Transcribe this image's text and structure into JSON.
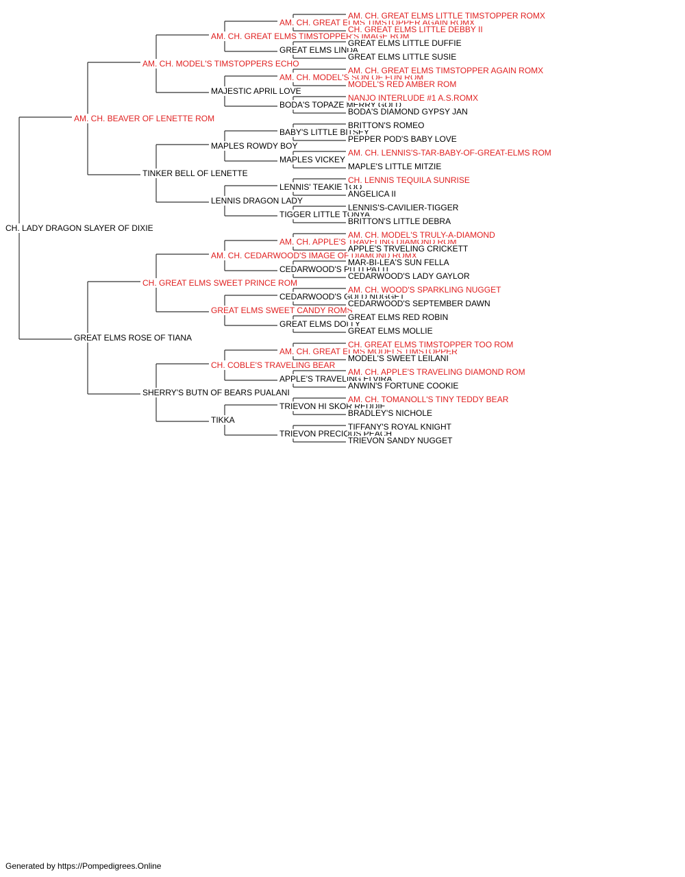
{
  "colors": {
    "champion": "#e02020",
    "normal": "#000000",
    "line": "#333333"
  },
  "pedigree": [
    {
      "text": "CH. LADY DRAGON SLAYER OF DIXIE",
      "champion": false
    },
    {
      "text": "AM. CH. BEAVER OF LENETTE ROM",
      "champion": true
    },
    {
      "text": "GREAT ELMS ROSE OF TIANA",
      "champion": false
    },
    {
      "text": "AM. CH. MODEL'S TIMSTOPPERS ECHO",
      "champion": true
    },
    {
      "text": "TINKER BELL OF LENETTE",
      "champion": false
    },
    {
      "text": "CH. GREAT ELMS SWEET PRINCE ROM",
      "champion": true
    },
    {
      "text": "SHERRY'S BUTN OF BEARS PUALANI",
      "champion": false
    },
    {
      "text": "AM. CH. GREAT ELMS TIMSTOPPER'S IMAGE ROM",
      "champion": true
    },
    {
      "text": "MAJESTIC APRIL LOVE",
      "champion": false
    },
    {
      "text": "MAPLES ROWDY BOY",
      "champion": false
    },
    {
      "text": "LENNIS DRAGON LADY",
      "champion": false
    },
    {
      "text": "AM. CH. CEDARWOOD'S IMAGE OF DIAMOND ROMX",
      "champion": true
    },
    {
      "text": "GREAT ELMS SWEET CANDY ROMS",
      "champion": true
    },
    {
      "text": "CH. COBLE'S TRAVELING BEAR",
      "champion": true
    },
    {
      "text": "TIKKA",
      "champion": false
    },
    {
      "text": "AM. CH. GREAT ELMS TIMSTOPPER AGAIN ROMX",
      "champion": true
    },
    {
      "text": "GREAT ELMS LINDA",
      "champion": false
    },
    {
      "text": "AM. CH. MODEL'S SON OF FUN ROM",
      "champion": true
    },
    {
      "text": "BODA'S TOPAZE MERRY GOLD",
      "champion": false
    },
    {
      "text": "BABY'S LITTLE BITSEY",
      "champion": false
    },
    {
      "text": "MAPLES VICKEY",
      "champion": false
    },
    {
      "text": "LENNIS' TEAKIE TOO",
      "champion": false
    },
    {
      "text": "TIGGER LITTLE TONYA",
      "champion": false
    },
    {
      "text": "AM. CH. APPLE'S TRAVELING DIAMOND ROM",
      "champion": true
    },
    {
      "text": "CEDARWOOD'S PITTI PATTI",
      "champion": false
    },
    {
      "text": "CEDARWOOD'S GOLD NUGGET",
      "champion": false
    },
    {
      "text": "GREAT ELMS DOLLY",
      "champion": false
    },
    {
      "text": "AM. CH. GREAT ELMS MODELS TIMSTOPPER",
      "champion": true
    },
    {
      "text": "APPLE'S TRAVELING ELVIRA",
      "champion": false
    },
    {
      "text": "TRIEVON HI SKOR REDDIE",
      "champion": false
    },
    {
      "text": "TRIEVON PRECIOUS PEACH",
      "champion": false
    },
    {
      "text": "AM. CH. GREAT ELMS LITTLE TIMSTOPPER ROMX",
      "champion": true
    },
    {
      "text": "CH. GREAT ELMS LITTLE DEBBY II",
      "champion": true
    },
    {
      "text": "GREAT ELMS LITTLE DUFFIE",
      "champion": false
    },
    {
      "text": "GREAT ELMS LITTLE SUSIE",
      "champion": false
    },
    {
      "text": "AM. CH. GREAT ELMS TIMSTOPPER AGAIN ROMX",
      "champion": true
    },
    {
      "text": "MODEL'S RED AMBER ROM",
      "champion": true
    },
    {
      "text": "NANJO INTERLUDE #1 A.S.ROMX",
      "champion": true
    },
    {
      "text": "BODA'S DIAMOND GYPSY JAN",
      "champion": false
    },
    {
      "text": "BRITTON'S ROMEO",
      "champion": false
    },
    {
      "text": "PEPPER POD'S BABY LOVE",
      "champion": false
    },
    {
      "text": "AM. CH. LENNIS'S-TAR-BABY-OF-GREAT-ELMS ROM",
      "champion": true
    },
    {
      "text": "MAPLE'S LITTLE MITZIE",
      "champion": false
    },
    {
      "text": "CH. LENNIS TEQUILA SUNRISE",
      "champion": true
    },
    {
      "text": "ANGELICA II",
      "champion": false
    },
    {
      "text": "LENNIS'S-CAVILIER-TIGGER",
      "champion": false
    },
    {
      "text": "BRITTON'S LITTLE DEBRA",
      "champion": false
    },
    {
      "text": "AM. CH. MODEL'S TRULY-A-DIAMOND",
      "champion": true
    },
    {
      "text": "APPLE'S TRVELING CRICKETT",
      "champion": false
    },
    {
      "text": "MAR-BI-LEA'S SUN FELLA",
      "champion": false
    },
    {
      "text": "CEDARWOOD'S LADY GAYLOR",
      "champion": false
    },
    {
      "text": "AM. CH. WOOD'S SPARKLING NUGGET",
      "champion": true
    },
    {
      "text": "CEDARWOOD'S SEPTEMBER DAWN",
      "champion": false
    },
    {
      "text": "GREAT ELMS RED ROBIN",
      "champion": false
    },
    {
      "text": "GREAT ELMS MOLLIE",
      "champion": false
    },
    {
      "text": "CH. GREAT ELMS TIMSTOPPER TOO ROM",
      "champion": true
    },
    {
      "text": "MODEL'S SWEET LEILANI",
      "champion": false
    },
    {
      "text": "AM. CH. APPLE'S TRAVELING DIAMOND ROM",
      "champion": true
    },
    {
      "text": "ANWIN'S FORTUNE COOKIE",
      "champion": false
    },
    {
      "text": "AM. CH. TOMANOLL'S TINY TEDDY BEAR",
      "champion": true
    },
    {
      "text": "BRADLEY'S NICHOLE",
      "champion": false
    },
    {
      "text": "TIFFANY'S ROYAL KNIGHT",
      "champion": false
    },
    {
      "text": "TRIEVON SANDY NUGGET",
      "champion": false
    }
  ],
  "footer": "Generated by https://Pompedigrees.Online"
}
